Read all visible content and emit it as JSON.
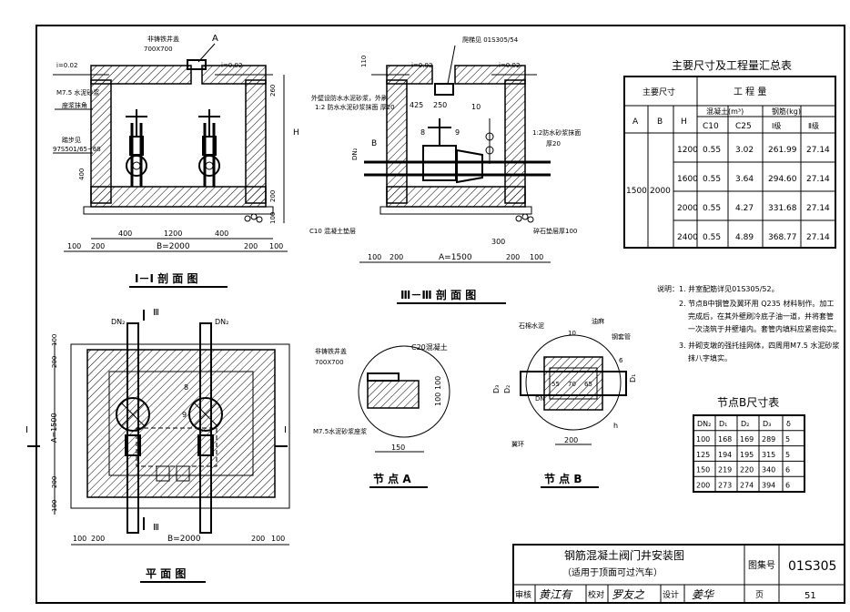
{
  "sec1": {
    "title": "I－I 剖 面 图",
    "cover_label": "非铸铁井盖",
    "cover_size": "700X700",
    "tag_a": "A",
    "slope_left": "i=0.02",
    "slope_right": "i=0.02",
    "mortar_label": "M7.5 水泥砂浆",
    "mortar_label2": "座浆抹角",
    "step_label": "踏步见",
    "step_ref": "97S501/65~68",
    "dims_right": [
      "260",
      "H",
      "200",
      "100"
    ],
    "dim_400_left": "400",
    "dims_bottom_inner": [
      "400",
      "1200",
      "400"
    ],
    "dims_bottom_outer": [
      "100",
      "200",
      "B=2000",
      "200",
      "100"
    ]
  },
  "sec3": {
    "title": "Ⅲ－Ⅲ 剖 面 图",
    "ladder_label": "爬梯见 01S305/54",
    "dim_110": "110",
    "slope_left": "i=0.02",
    "slope_right": "i=0.02",
    "wall_note_1": "外壁设防水水泥砂浆，外刷",
    "wall_note_2": "1:2 防水水泥砂浆抹面 厚20",
    "right_note_1": "1:2防水砂浆抹面",
    "right_note_2": "厚20",
    "dim_425": "425",
    "dim_250": "250",
    "num_10": "10",
    "num_8": "8",
    "num_9": "9",
    "node_b": "B",
    "dn_label": "DN₂",
    "c10_label": "C10 混凝土垫层",
    "gravel_label": "碎石垫层厚100",
    "dim_300": "300",
    "dims_bottom_outer": [
      "100",
      "200",
      "A=1500",
      "200",
      "100"
    ]
  },
  "plan": {
    "title": "平 面 图",
    "mark_iii_top": "Ⅲ",
    "mark_iii_bottom": "Ⅲ",
    "mark_i_left": "I",
    "mark_i_right": "I",
    "dn_left": "DN₂",
    "dn_right": "DN₂",
    "num_8": "8",
    "num_9": "9",
    "dims_left": [
      "100",
      "200",
      "A=1500",
      "200",
      "100"
    ],
    "dims_bottom": [
      "100",
      "200",
      "B=2000",
      "200",
      "100"
    ]
  },
  "node_a": {
    "title": "节 点 A",
    "cover_label": "非铸铁井盖",
    "cover_size": "700X700",
    "concrete_label": "C20混凝土",
    "mortar_label": "M7.5水泥砂浆座浆",
    "dim_100a": "100",
    "dim_100b": "100",
    "dim_150": "150"
  },
  "node_b": {
    "title": "节 点 B",
    "asbestos_label": "石棉水泥",
    "hemp_label": "油麻",
    "sleeve_label": "钢套管",
    "ring_label": "翼环",
    "dim_10": "10",
    "dim_6": "6",
    "dim_200": "200",
    "dims_mid": [
      "55",
      "70",
      "65"
    ],
    "d_labels": [
      "D₃",
      "D₂",
      "D₁",
      "DN",
      "h"
    ]
  },
  "summary_table": {
    "title": "主要尺寸及工程量汇总表",
    "h_main": "主要尺寸",
    "h_eng": "工    程    量",
    "h_concrete": "混凝土(m³)",
    "h_steel": "钢筋(kg)",
    "h_a": "A",
    "h_b": "B",
    "h_h": "H",
    "h_c10": "C10",
    "h_c25": "C25",
    "h_s1": "Ⅰ级",
    "h_s2": "Ⅱ级",
    "a_val": "1500",
    "b_val": "2000",
    "rows": [
      [
        "1200",
        "0.55",
        "3.02",
        "261.99",
        "27.14"
      ],
      [
        "1600",
        "0.55",
        "3.64",
        "294.60",
        "27.14"
      ],
      [
        "2000",
        "0.55",
        "4.27",
        "331.68",
        "27.14"
      ],
      [
        "2400",
        "0.55",
        "4.89",
        "368.77",
        "27.14"
      ]
    ]
  },
  "notes": {
    "prefix": "说明：",
    "n1": "1. 井室配筋详见01S305/52。",
    "n2a": "2. 节点B中钢管及翼环用 Q235 材料制作。加工",
    "n2b": "完成后，在其外壁刷冷底子油一道，并将套管",
    "n2c": "一次浇筑于井壁墙内。套管内填料应紧密捣实。",
    "n3a": "3. 井砌支墩的强托挂网体，四周用M7.5 水泥砂浆",
    "n3b": "抹八字填实。"
  },
  "b_table": {
    "title": "节点B尺寸表",
    "headers": [
      "DN₂",
      "D₁",
      "D₂",
      "D₃",
      "δ"
    ],
    "rows": [
      [
        "100",
        "168",
        "169",
        "289",
        "5"
      ],
      [
        "125",
        "194",
        "195",
        "315",
        "5"
      ],
      [
        "150",
        "219",
        "220",
        "340",
        "6"
      ],
      [
        "200",
        "273",
        "274",
        "394",
        "6"
      ]
    ]
  },
  "title_block": {
    "line1": "钢筋混凝土阀门井安装图",
    "line2": "（适用于顶面可过汽车）",
    "atlas_label": "图集号",
    "atlas_no": "01S305",
    "review_label": "审核",
    "check_label": "校对",
    "design_label": "设计",
    "page_label": "页",
    "page_no": "51",
    "sig_review": "黄江有",
    "sig_check": "罗友之",
    "sig_design": "姜华"
  }
}
